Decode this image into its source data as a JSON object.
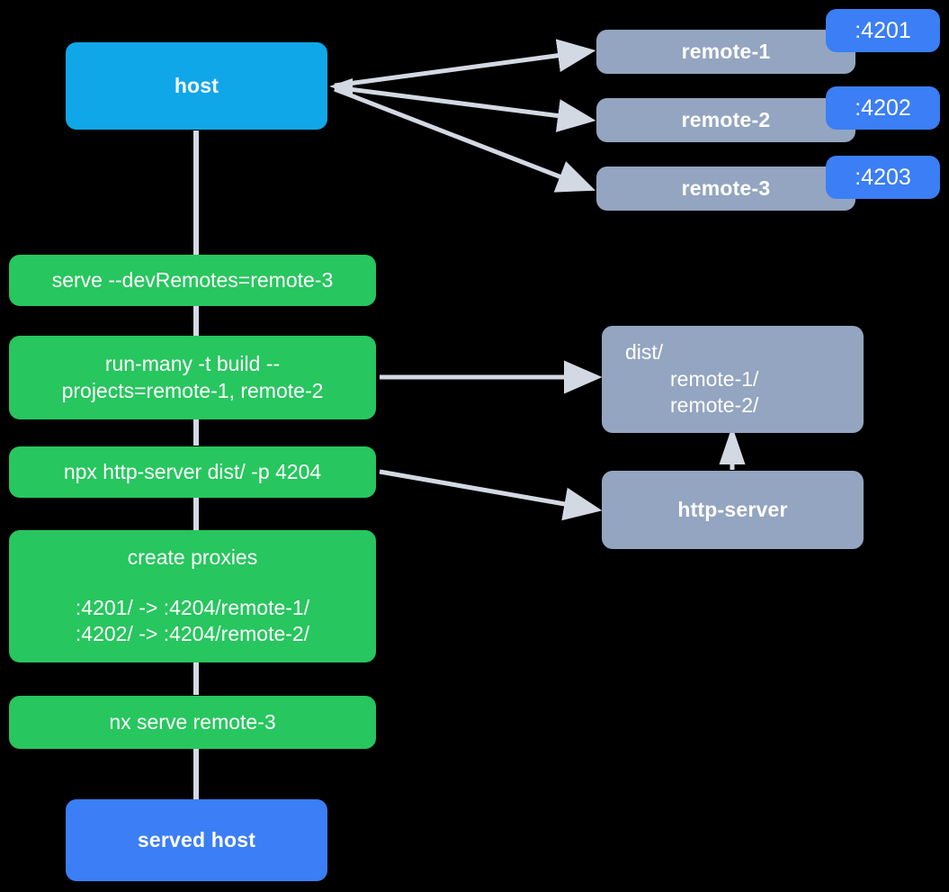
{
  "diagram": {
    "title": "Nx host and remotes serving flow",
    "background_color": "#000000",
    "edge_color": "#D3D9E3",
    "colors": {
      "host": "#0FA7E8",
      "served_host": "#3B7EF5",
      "command": "#27C65E",
      "remote": "#93A5C0",
      "artifact": "#93A5C0",
      "port_badge": "#3B7EF5",
      "text": "#FFFFFF"
    }
  },
  "nodes": {
    "host": {
      "label": "host"
    },
    "remote_1": {
      "label": "remote-1",
      "port": ":4201"
    },
    "remote_2": {
      "label": "remote-2",
      "port": ":4202"
    },
    "remote_3": {
      "label": "remote-3",
      "port": ":4203"
    },
    "serve_cmd": {
      "label": "serve --devRemotes=remote-3"
    },
    "run_many": {
      "line1": "run-many -t build --",
      "line2": "projects=remote-1, remote-2"
    },
    "http_server_cmd": {
      "label": "npx http-server dist/ -p 4204"
    },
    "create_proxies": {
      "title": "create proxies",
      "line1": ":4201/ -> :4204/remote-1/",
      "line2": ":4202/ -> :4204/remote-2/"
    },
    "nx_serve_remote_3": {
      "label": "nx serve remote-3"
    },
    "served_host": {
      "label": "served host"
    },
    "dist": {
      "line1": "dist/",
      "line2": "remote-1/",
      "line3": "remote-2/"
    },
    "http_server": {
      "label": "http-server"
    }
  },
  "edges": [
    {
      "name": "host-to-remote-1",
      "from": "host",
      "to": "remote_1"
    },
    {
      "name": "host-to-remote-2",
      "from": "host",
      "to": "remote_2"
    },
    {
      "name": "host-to-remote-3",
      "from": "host",
      "to": "remote_3"
    },
    {
      "name": "host-to-serve-cmd",
      "from": "host",
      "to": "serve_cmd"
    },
    {
      "name": "serve-cmd-to-run-many",
      "from": "serve_cmd",
      "to": "run_many"
    },
    {
      "name": "run-many-to-http-server-cmd",
      "from": "run_many",
      "to": "http_server_cmd"
    },
    {
      "name": "run-many-to-dist",
      "from": "run_many",
      "to": "dist"
    },
    {
      "name": "http-server-cmd-to-create-proxies",
      "from": "http_server_cmd",
      "to": "create_proxies"
    },
    {
      "name": "http-server-cmd-to-http-server",
      "from": "http_server_cmd",
      "to": "http_server"
    },
    {
      "name": "create-proxies-to-nx-serve",
      "from": "create_proxies",
      "to": "nx_serve_remote_3"
    },
    {
      "name": "nx-serve-to-served-host",
      "from": "nx_serve_remote_3",
      "to": "served_host"
    },
    {
      "name": "http-server-to-dist",
      "from": "http_server",
      "to": "dist"
    }
  ]
}
